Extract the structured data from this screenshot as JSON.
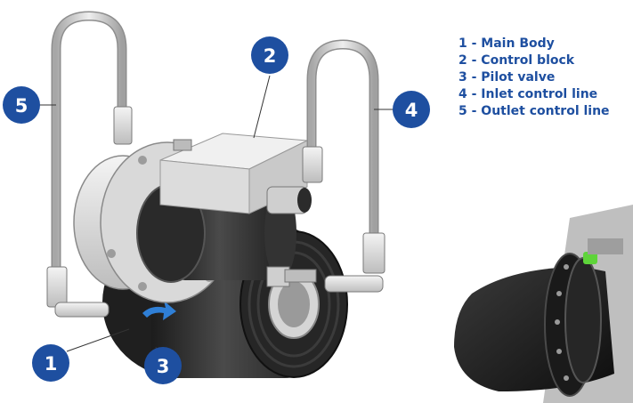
{
  "callouts": [
    {
      "number": "1",
      "label": "Main Body"
    },
    {
      "number": "2",
      "label": "Control block"
    },
    {
      "number": "3",
      "label": "Pilot valve"
    },
    {
      "number": "4",
      "label": "Inlet control line"
    },
    {
      "number": "5",
      "label": "Outlet control line"
    }
  ],
  "legend": [
    "1 - Main Body",
    "2 - Control block",
    "3 - Pilot valve",
    "4 - Inlet control line",
    "5 - Outlet control line"
  ],
  "colors": {
    "callout_blue": "#1e4fa0",
    "legend_text": "#1e4fa0",
    "body_dark": "#2b2b2b",
    "metal_light": "#e4e4e4",
    "tube_gray": "#c9c9c9",
    "green_cap": "#5ed43a"
  },
  "icons": {
    "flow_arrow": "arrow-right-icon"
  }
}
